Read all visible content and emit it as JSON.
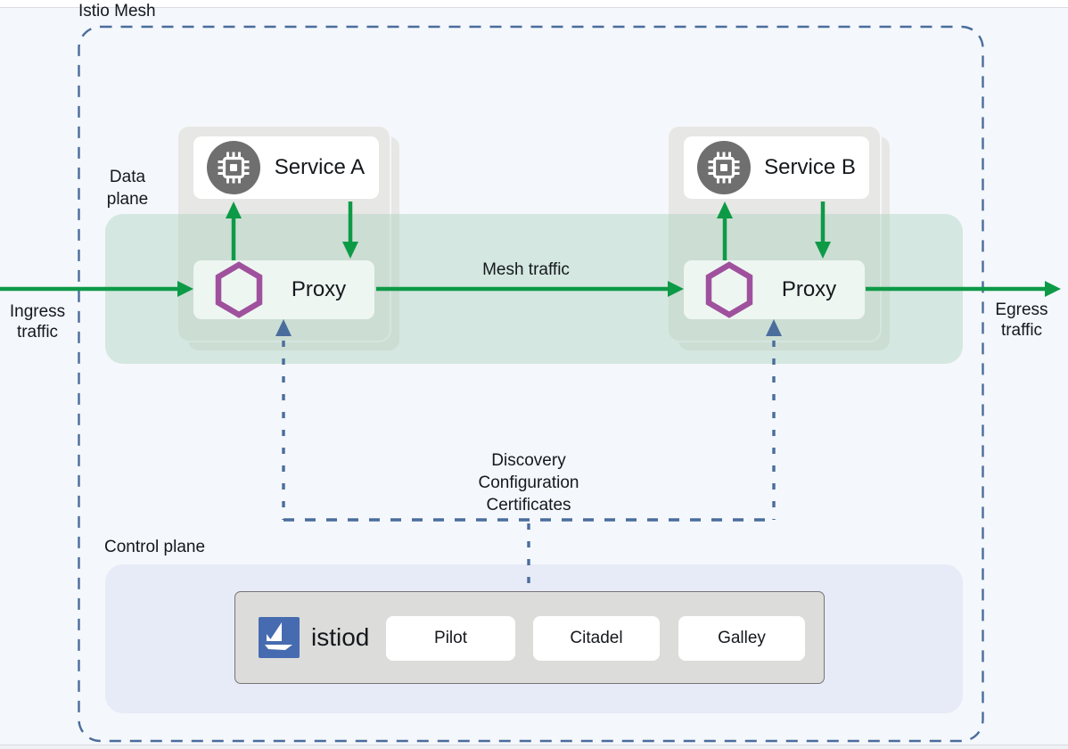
{
  "colors": {
    "bg": "#f4f7fb",
    "green": "#0d9a47",
    "purple": "#9f519d",
    "steel": "#4a6d9c",
    "istio_blue": "#466bb0",
    "icon_gray": "#6e6f6e",
    "pod_gray": "#e7e7e5",
    "proxy_fill": "#eef6f1",
    "lavender": "#e7ebf7",
    "istiod_fill": "#dcdcda",
    "istiod_border": "#757575",
    "text": "#15181c"
  },
  "mesh": {
    "title": "Istio Mesh"
  },
  "data_plane": {
    "label": "Data plane"
  },
  "traffic": {
    "ingress": "Ingress traffic",
    "mesh": "Mesh traffic",
    "egress": "Egress traffic"
  },
  "services": [
    {
      "name": "Service A",
      "proxy_label": "Proxy",
      "service_icon": "chip-icon",
      "proxy_icon": "envoy-hexagon-icon"
    },
    {
      "name": "Service B",
      "proxy_label": "Proxy",
      "service_icon": "chip-icon",
      "proxy_icon": "envoy-hexagon-icon"
    }
  ],
  "connection": {
    "lines": [
      "Discovery",
      "Configuration",
      "Certificates"
    ]
  },
  "control_plane": {
    "label": "Control plane",
    "istiod_label": "istiod",
    "istiod_icon": "istio-sail-icon",
    "components": [
      "Pilot",
      "Citadel",
      "Galley"
    ]
  }
}
